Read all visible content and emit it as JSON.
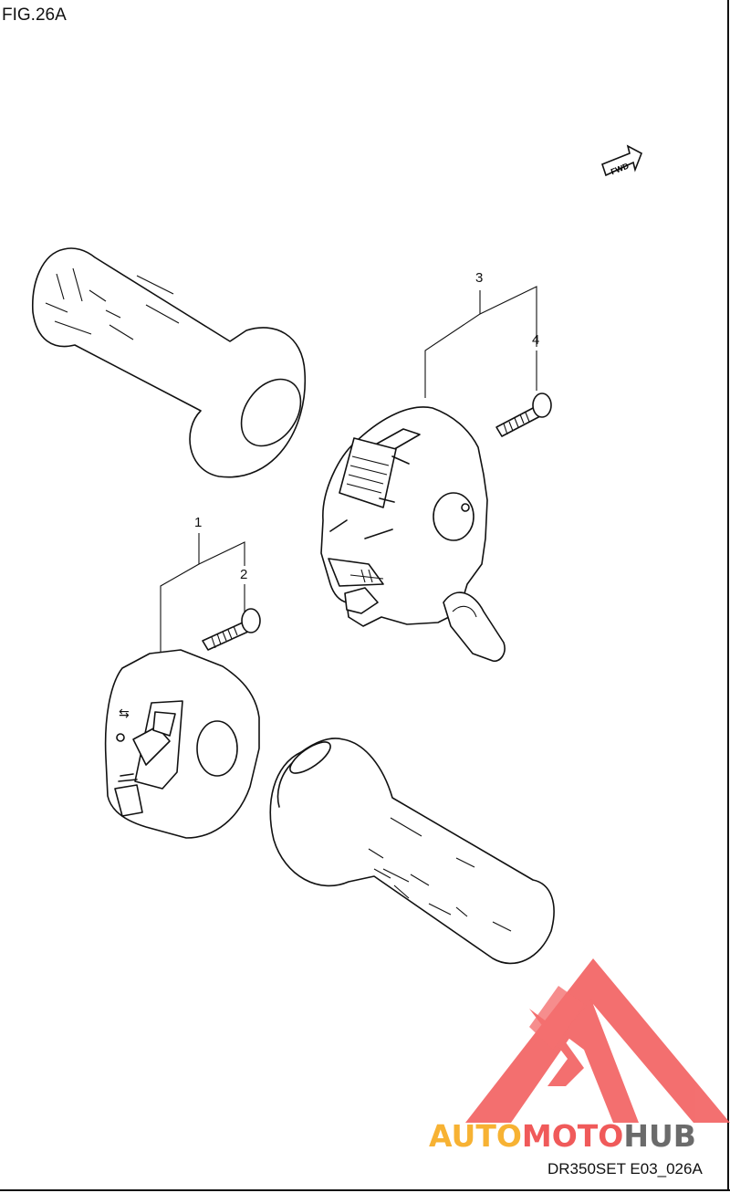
{
  "figure_label": "FIG.26A",
  "drawing_code": "DR350SET E03_026A",
  "fwd_label": "FWD",
  "part_numbers": {
    "p1": "1",
    "p2": "2",
    "p3": "3",
    "p4": "4"
  },
  "watermark": {
    "part1": "AUTO",
    "part2": "MOTO",
    "part3": "HUB"
  },
  "colors": {
    "line": "#111111",
    "watermark_orange": "#f7b233",
    "watermark_red": "#f05a5a",
    "watermark_gray": "#6b6b6b",
    "watermark_logo": "#f26060"
  }
}
